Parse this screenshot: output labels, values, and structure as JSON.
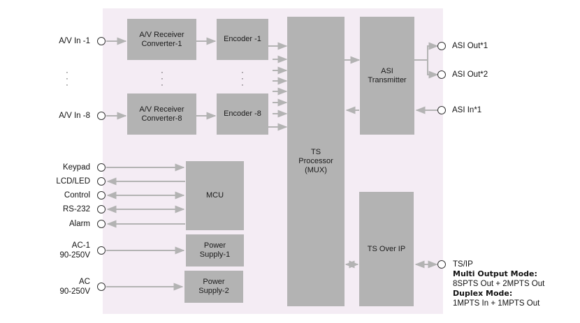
{
  "inputs": {
    "av_in_1": "A/V In -1",
    "av_in_8": "A/V In -8",
    "keypad": "Keypad",
    "lcd_led": "LCD/LED",
    "control": "Control",
    "rs232": "RS-232",
    "alarm": "Alarm",
    "ac1": "AC-1\n90-250V",
    "ac2": "AC\n90-250V"
  },
  "blocks": {
    "receiver_1": "A/V Receiver\nConverter-1",
    "receiver_8": "A/V Receiver\nConverter-8",
    "encoder_1": "Encoder -1",
    "encoder_8": "Encoder -8",
    "ts_processor": "TS\nProcessor\n(MUX)",
    "asi_transmitter": "ASI\nTransmitter",
    "ts_over_ip": "TS Over IP",
    "mcu": "MCU",
    "power_supply_1": "Power\nSupply-1",
    "power_supply_2": "Power\nSupply-2"
  },
  "outputs": {
    "asi_out_1": "ASI Out*1",
    "asi_out_2": "ASI Out*2",
    "asi_in_1": "ASI In*1",
    "ts_ip": "TS/IP"
  },
  "notes": {
    "multi_output_title": "Multi Output Mode:",
    "multi_output_value": "8SPTS Out + 2MPTS Out",
    "duplex_title": "Duplex Mode:",
    "duplex_value": "1MPTS In + 1MPTS Out"
  },
  "ellipsis": "·\n·\n·",
  "colors": {
    "panel": "#f4ecf4",
    "block": "#b3b3b3",
    "wire": "#b3b3b3"
  }
}
